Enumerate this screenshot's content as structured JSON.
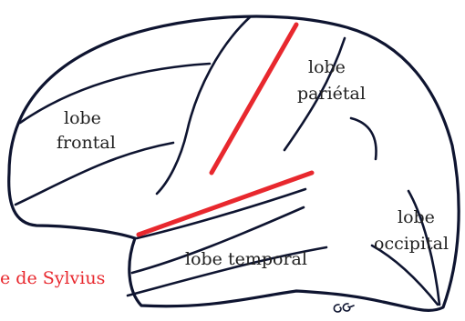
{
  "labels": {
    "frontal_line1": "lobe",
    "frontal_line2": "frontal",
    "parietal_line1": "lobe",
    "parietal_line2": "pariétal",
    "temporal": "lobe temporal",
    "occipital_line1": "lobe",
    "occipital_line2": "occipital",
    "sylvius": "e de Sylvius"
  },
  "signature": "GG",
  "colors": {
    "outline": "#0e1430",
    "fissure": "#e8282e",
    "background": "#ffffff"
  }
}
